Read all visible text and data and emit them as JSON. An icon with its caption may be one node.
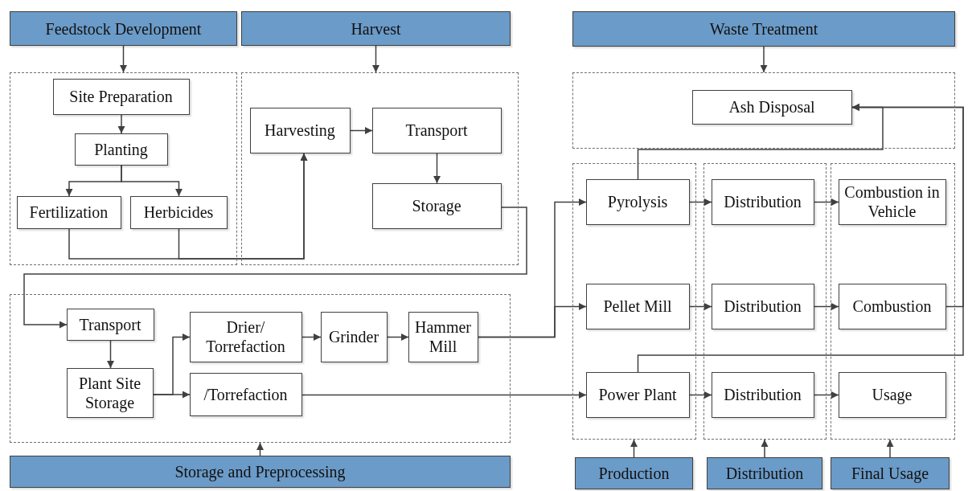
{
  "diagram": {
    "nodes": [
      {
        "text": [
          "Feedstock Development"
        ]
      },
      {
        "text": [
          "Harvest"
        ]
      },
      {
        "text": [
          "Waste Treatment"
        ]
      },
      {
        "text": [],
        "shape": "box"
      },
      {
        "text": [],
        "shape": "box"
      },
      {
        "text": [],
        "shape": "box"
      },
      {
        "text": [],
        "shape": "box"
      },
      {
        "text": [],
        "shape": "box"
      },
      {
        "text": [],
        "shape": "box"
      },
      {
        "text": [],
        "shape": "box"
      },
      {
        "text": [
          "Site Preparation"
        ],
        "in": 3
      },
      {
        "text": [
          "Planting"
        ],
        "in": 3
      },
      {
        "text": [
          "Fertilization"
        ],
        "in": 3
      },
      {
        "text": [
          "Herbicides"
        ],
        "in": 3
      },
      {
        "text": [
          "Harvesting"
        ],
        "in": 4
      },
      {
        "text": [
          "Transport"
        ],
        "in": 4
      },
      {
        "text": [
          "Storage"
        ],
        "in": 4
      },
      {
        "text": [
          "Ash Disposal"
        ],
        "in": 5
      },
      {
        "text": [
          "Pyrolysis"
        ],
        "in": 6
      },
      {
        "text": [
          "Pellet Mill"
        ],
        "in": 6
      },
      {
        "text": [
          "Power Plant"
        ],
        "in": 6
      },
      {
        "text": [
          "Distribution"
        ],
        "in": 7
      },
      {
        "text": [
          "Distribution"
        ],
        "in": 7
      },
      {
        "text": [
          "Distribution"
        ],
        "in": 7
      },
      {
        "text": [
          "Combustion in Vehicle"
        ],
        "in": 8
      },
      {
        "text": [
          "Combustion"
        ],
        "in": 8
      },
      {
        "text": [
          "Usage"
        ],
        "in": 8
      },
      {
        "text": [
          "Transport"
        ],
        "in": 9
      },
      {
        "text": [
          "Plant Site Storage"
        ],
        "in": 9
      },
      {
        "text": [
          "Drier/ Torrefaction"
        ],
        "in": 9
      },
      {
        "text": [
          "Grinder"
        ],
        "in": 9
      },
      {
        "text": [
          "Hammer Mill"
        ],
        "in": 9
      },
      {
        "text": [
          "/Torrefaction"
        ],
        "in": 9
      },
      {
        "text": [
          "Storage and Preprocessing"
        ]
      },
      {
        "text": [
          "Production"
        ]
      },
      {
        "text": [
          "Distribution"
        ]
      },
      {
        "text": [
          "Final Usage"
        ]
      }
    ],
    "edges": [
      {
        "from": 0,
        "to": 3,
        "arrow": "to"
      },
      {
        "from": 1,
        "to": 4,
        "arrow": "to"
      },
      {
        "from": 2,
        "to": 5,
        "arrow": "to"
      },
      {
        "from": 33,
        "to": 9,
        "arrow": "to"
      },
      {
        "from": 34,
        "to": 6,
        "arrow": "to"
      },
      {
        "from": 35,
        "to": 7,
        "arrow": "to"
      },
      {
        "from": 36,
        "to": 8,
        "arrow": "to"
      },
      {
        "from": 10,
        "to": 11,
        "arrow": "to"
      },
      {
        "from": 11,
        "to": 12,
        "arrow": "to"
      },
      {
        "from": 11,
        "to": 13,
        "arrow": "to"
      },
      {
        "from": 12,
        "to": 14,
        "arrow": "to"
      },
      {
        "from": 13,
        "to": 14,
        "arrow": "to"
      },
      {
        "from": 14,
        "to": 15,
        "arrow": "to"
      },
      {
        "from": 15,
        "to": 16,
        "arrow": "to"
      },
      {
        "from": 16,
        "to": 27,
        "arrow": "to"
      },
      {
        "from": 27,
        "to": 28,
        "arrow": "to"
      },
      {
        "from": 28,
        "to": 29,
        "arrow": "to"
      },
      {
        "from": 28,
        "to": 32,
        "arrow": "to"
      },
      {
        "from": 29,
        "to": 30,
        "arrow": "to"
      },
      {
        "from": 30,
        "to": 31,
        "arrow": "to"
      },
      {
        "from": 31,
        "to": 18,
        "arrow": "to"
      },
      {
        "from": 31,
        "to": 19,
        "arrow": "to"
      },
      {
        "from": 32,
        "to": 20,
        "arrow": "to"
      },
      {
        "from": 18,
        "to": 21,
        "arrow": "to"
      },
      {
        "from": 19,
        "to": 22,
        "arrow": "to"
      },
      {
        "from": 20,
        "to": 23,
        "arrow": "to"
      },
      {
        "from": 21,
        "to": 24,
        "arrow": "to"
      },
      {
        "from": 22,
        "to": 25,
        "arrow": "to"
      },
      {
        "from": 23,
        "to": 26,
        "arrow": "to"
      },
      {
        "from": 18,
        "to": 17,
        "arrow": "to"
      },
      {
        "from": 25,
        "to": 17,
        "arrow": "to"
      },
      {
        "from": 20,
        "to": 17,
        "arrow": "to"
      }
    ]
  }
}
